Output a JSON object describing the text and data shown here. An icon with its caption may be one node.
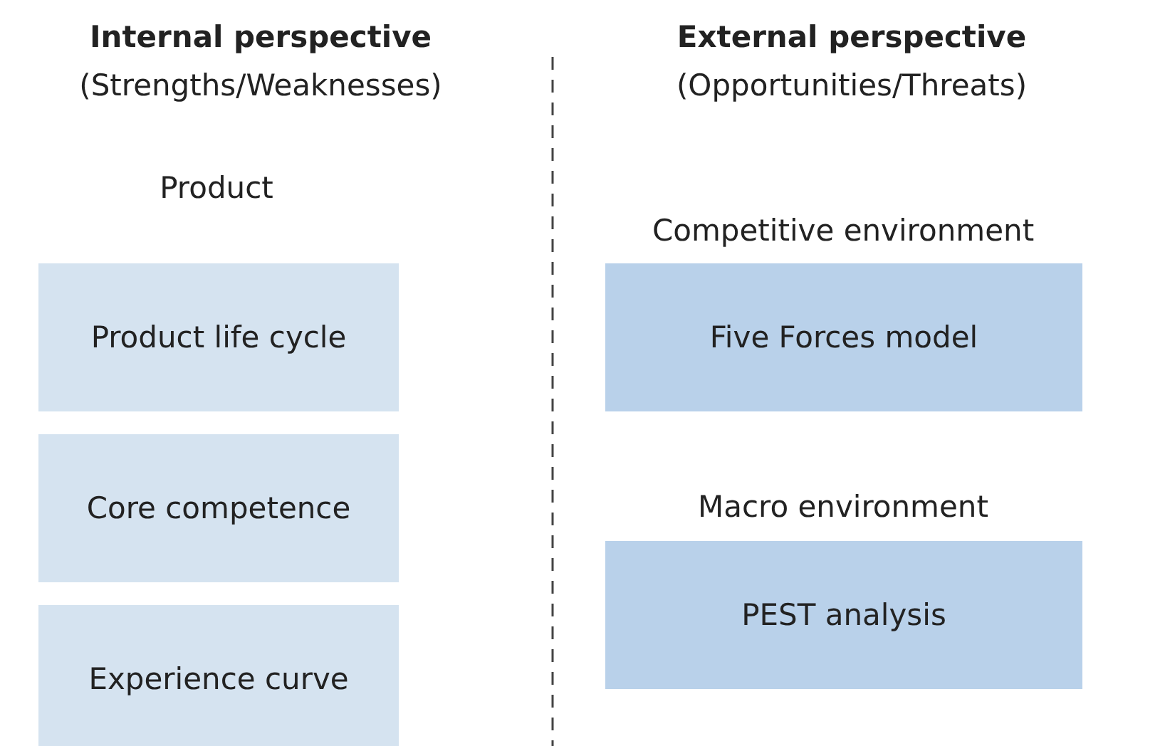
{
  "diagram": {
    "nodes": [
      {
        "text": [
          "Product life cycle"
        ]
      },
      {
        "text": [
          "Core competence"
        ]
      },
      {
        "text": [
          "Experience curve"
        ]
      },
      {
        "text": [
          "Five Forces model"
        ]
      },
      {
        "text": [
          "PEST analysis"
        ]
      }
    ],
    "labels": [
      "Internal perspective",
      "(Strengths/Weaknesses)",
      "External perspective",
      "(Opportunities/Threats)",
      "Product",
      "Competitive environment",
      "Macro environment"
    ]
  }
}
